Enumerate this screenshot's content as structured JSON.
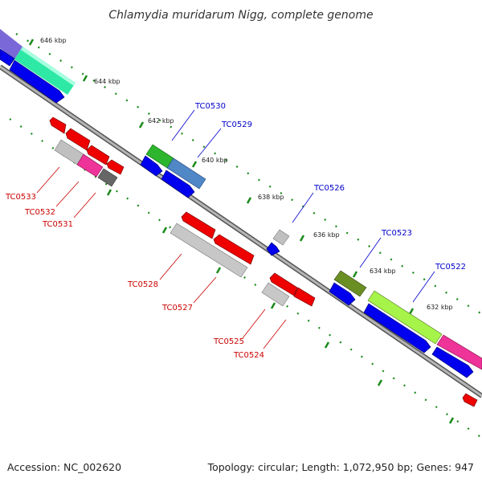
{
  "title": "Chlamydia muridarum Nigg, complete genome",
  "footer": {
    "accession": "Accession: NC_002620",
    "summary": "Topology: circular; Length: 1,072,950 bp; Genes: 947"
  },
  "scale_labels": [
    "646 kbp",
    "644 kbp",
    "642 kbp",
    "640 kbp",
    "638 kbp",
    "636 kbp",
    "634 kbp",
    "632 kbp"
  ],
  "gene_labels": {
    "forward": [
      "TC0530",
      "TC0529",
      "TC0526",
      "TC0523",
      "TC0522"
    ],
    "reverse": [
      "TC0533",
      "TC0532",
      "TC0531",
      "TC0528",
      "TC0527",
      "TC0525",
      "TC0524"
    ]
  },
  "colors": {
    "forward_label": "#0000cc",
    "reverse_label": "#cc0000",
    "backbone": "#808080",
    "ticks": "#1a8a1a",
    "cds_forward": "#0000ee",
    "cds_reverse": "#ee0000"
  }
}
